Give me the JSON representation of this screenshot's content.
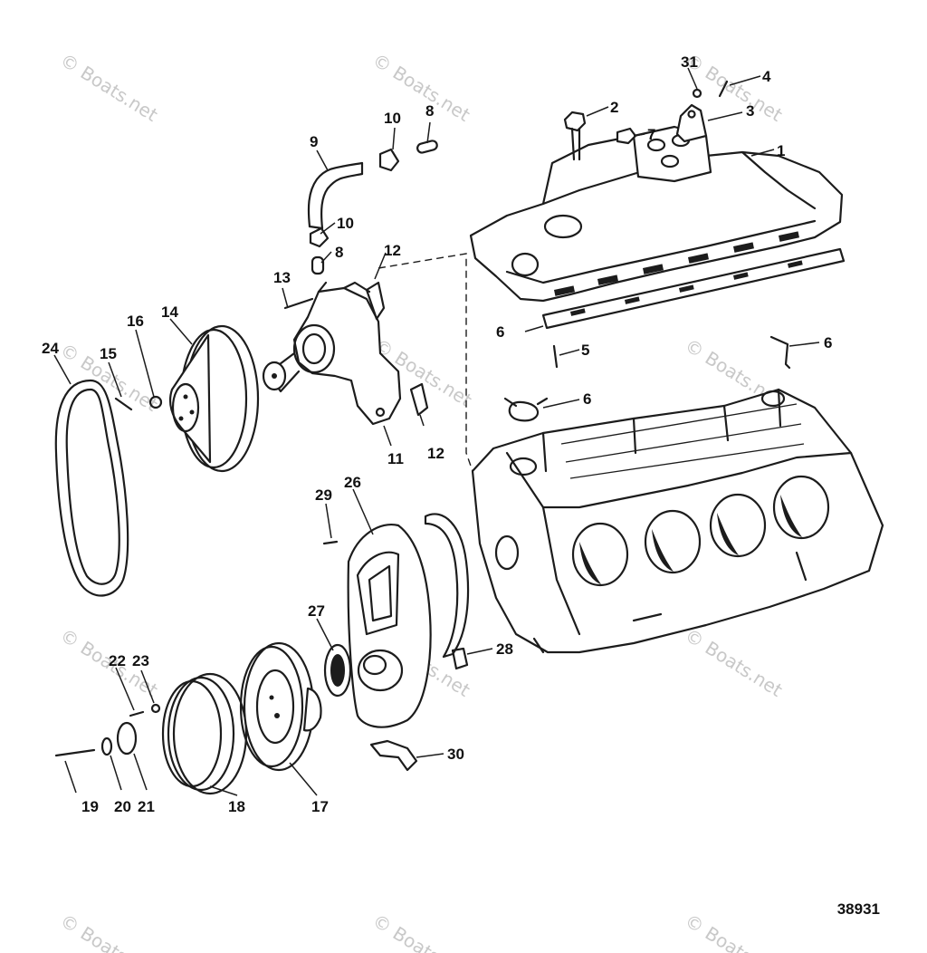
{
  "diagram": {
    "document_number": "38931",
    "watermark_text": "© Boats.net",
    "callouts": [
      {
        "id": "c1",
        "label": "1"
      },
      {
        "id": "c2",
        "label": "2"
      },
      {
        "id": "c3",
        "label": "3"
      },
      {
        "id": "c4",
        "label": "4"
      },
      {
        "id": "c5",
        "label": "5"
      },
      {
        "id": "c6a",
        "label": "6"
      },
      {
        "id": "c6b",
        "label": "6"
      },
      {
        "id": "c6c",
        "label": "6"
      },
      {
        "id": "c7",
        "label": "7"
      },
      {
        "id": "c8a",
        "label": "8"
      },
      {
        "id": "c8b",
        "label": "8"
      },
      {
        "id": "c9",
        "label": "9"
      },
      {
        "id": "c10a",
        "label": "10"
      },
      {
        "id": "c10b",
        "label": "10"
      },
      {
        "id": "c11",
        "label": "11"
      },
      {
        "id": "c12a",
        "label": "12"
      },
      {
        "id": "c12b",
        "label": "12"
      },
      {
        "id": "c13",
        "label": "13"
      },
      {
        "id": "c14",
        "label": "14"
      },
      {
        "id": "c15",
        "label": "15"
      },
      {
        "id": "c16",
        "label": "16"
      },
      {
        "id": "c17",
        "label": "17"
      },
      {
        "id": "c18",
        "label": "18"
      },
      {
        "id": "c19",
        "label": "19"
      },
      {
        "id": "c20",
        "label": "20"
      },
      {
        "id": "c21",
        "label": "21"
      },
      {
        "id": "c22",
        "label": "22"
      },
      {
        "id": "c23",
        "label": "23"
      },
      {
        "id": "c24",
        "label": "24"
      },
      {
        "id": "c26",
        "label": "26"
      },
      {
        "id": "c27",
        "label": "27"
      },
      {
        "id": "c28",
        "label": "28"
      },
      {
        "id": "c29",
        "label": "29"
      },
      {
        "id": "c30",
        "label": "30"
      },
      {
        "id": "c31",
        "label": "31"
      }
    ]
  }
}
